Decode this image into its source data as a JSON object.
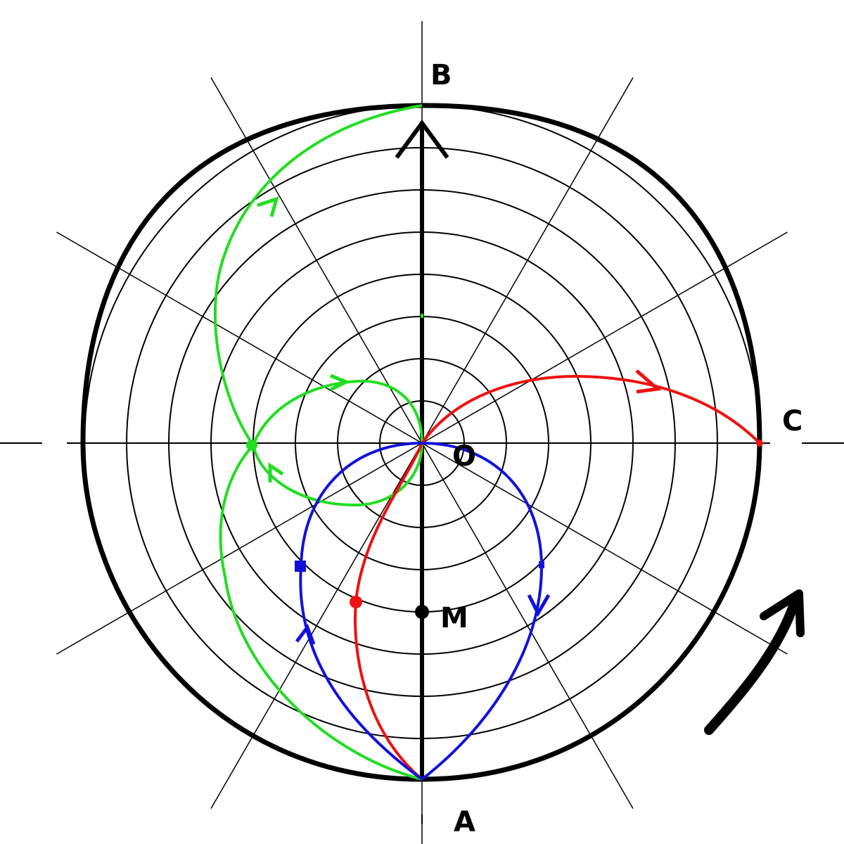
{
  "labels": {
    "top": "B",
    "bottom": "A",
    "right": "C",
    "center": "O",
    "point": "M"
  },
  "grid": {
    "rings": 8,
    "radial_line_count": 6
  },
  "colors": {
    "grid": "#000000",
    "outline": "#000000",
    "green": "#22dd22",
    "red": "#ee1111",
    "blue": "#1111dd"
  },
  "paths": {
    "green": "trajectory",
    "red": "trajectory",
    "blue": "trajectory"
  }
}
